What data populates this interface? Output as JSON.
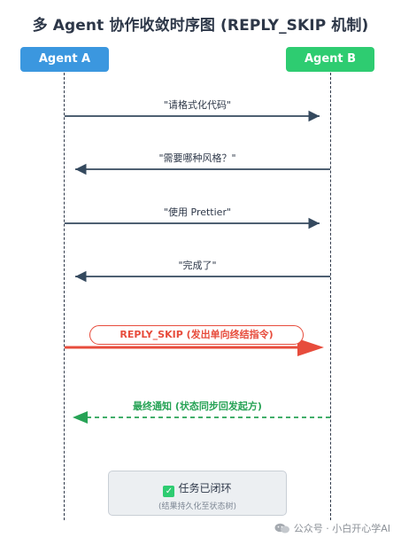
{
  "title": "多 Agent 协作收敛时序图 (REPLY_SKIP 机制)",
  "actors": {
    "a": "Agent A",
    "b": "Agent B"
  },
  "messages": [
    {
      "text": "\"请格式化代码\"",
      "from": "Agent A",
      "to": "Agent B"
    },
    {
      "text": "\"需要哪种风格？\"",
      "from": "Agent B",
      "to": "Agent A"
    },
    {
      "text": "\"使用 Prettier\"",
      "from": "Agent A",
      "to": "Agent B"
    },
    {
      "text": "\"完成了\"",
      "from": "Agent B",
      "to": "Agent A"
    }
  ],
  "skip": {
    "text": "REPLY_SKIP (发出单向终结指令)",
    "from": "Agent A",
    "to": "Agent B"
  },
  "notify": {
    "text": "最终通知 (状态同步回发起方)",
    "from": "Agent B",
    "to": "Agent A"
  },
  "final_box": {
    "main": "任务已闭环",
    "sub": "(结果持久化至状态树)",
    "icon": "check-icon"
  },
  "watermark": "公众号 · 小白开心学AI",
  "colors": {
    "agent_a": "#3b97df",
    "agent_b": "#2ecc71",
    "message_arrow": "#34495e",
    "skip": "#e74c3c",
    "notify": "#27a356"
  }
}
